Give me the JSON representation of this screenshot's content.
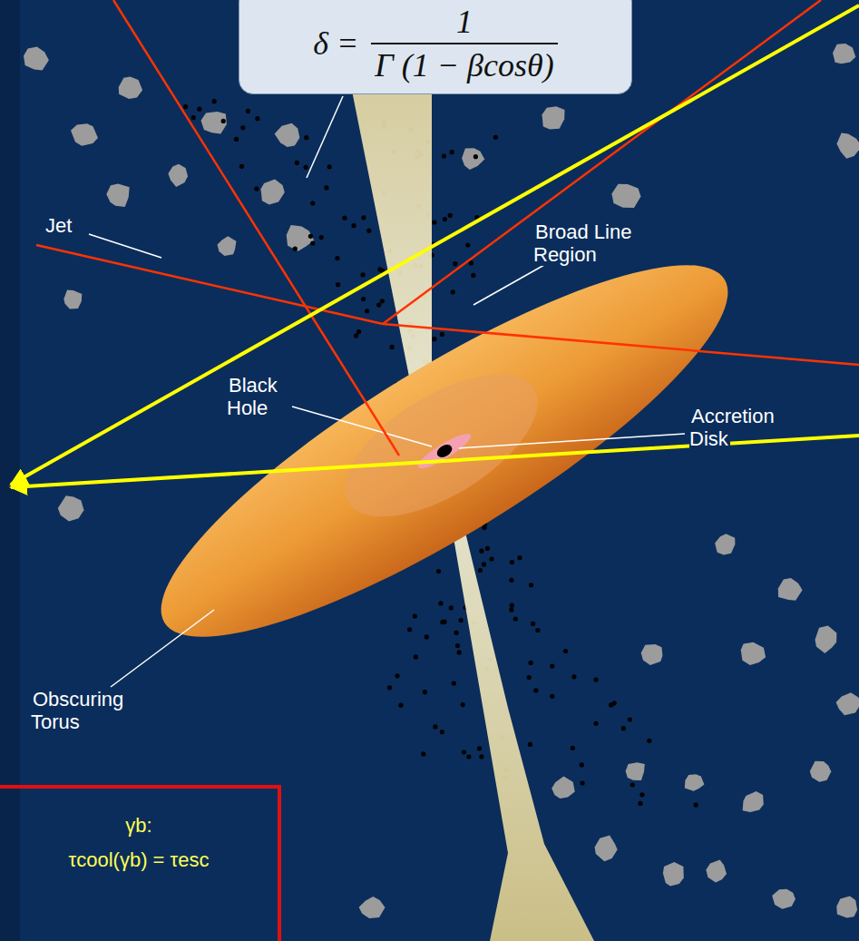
{
  "diagram": {
    "nodes": [
      {
        "text": [
          "δ =",
          "1",
          "Γ (1 − βcosθ)"
        ]
      },
      {
        "text": [
          "γb:",
          "τcool(γb) = τesc"
        ]
      }
    ],
    "labels": [
      "Jet",
      "Broad Line Region",
      "Black Hole",
      "Accretion Disk",
      "Obscuring Torus"
    ]
  }
}
